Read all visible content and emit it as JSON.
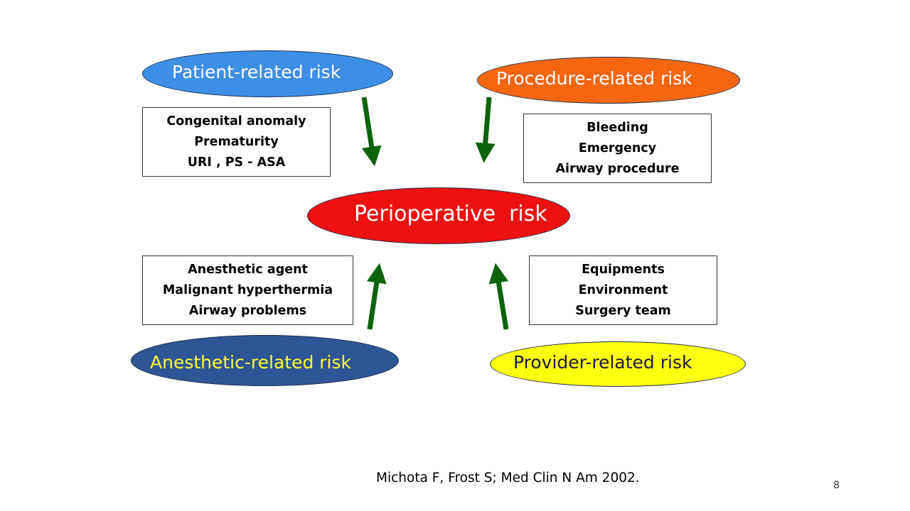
{
  "nodes": {
    "patient": {
      "label": "Patient-related risk",
      "color": "#3d8fe6",
      "text_color": "#ffffff"
    },
    "procedure": {
      "label": "Procedure-related risk",
      "color": "#f5660f",
      "text_color": "#ffffff"
    },
    "perioperative": {
      "label": "Perioperative  risk",
      "color": "#ee1111",
      "text_color": "#ffffff"
    },
    "anesthetic": {
      "label": "Anesthetic-related risk",
      "color": "#2e5594",
      "text_color": "#ffff33"
    },
    "provider": {
      "label": "Provider-related risk",
      "color": "#ffff0f",
      "text_color": "#1a1a40"
    }
  },
  "boxes": {
    "patient_factors": [
      "Congenital anomaly",
      "Prematurity",
      "URI , PS - ASA"
    ],
    "procedure_factors": [
      "Bleeding",
      "Emergency",
      "Airway procedure"
    ],
    "anesthetic_factors": [
      "Anesthetic agent",
      "Malignant hyperthermia",
      "Airway problems"
    ],
    "provider_factors": [
      "Equipments",
      "Environment",
      "Surgery team"
    ]
  },
  "arrow_color": "#0b640b",
  "citation": "Michota F, Frost S; Med Clin N Am 2002.",
  "slide_number": "8"
}
